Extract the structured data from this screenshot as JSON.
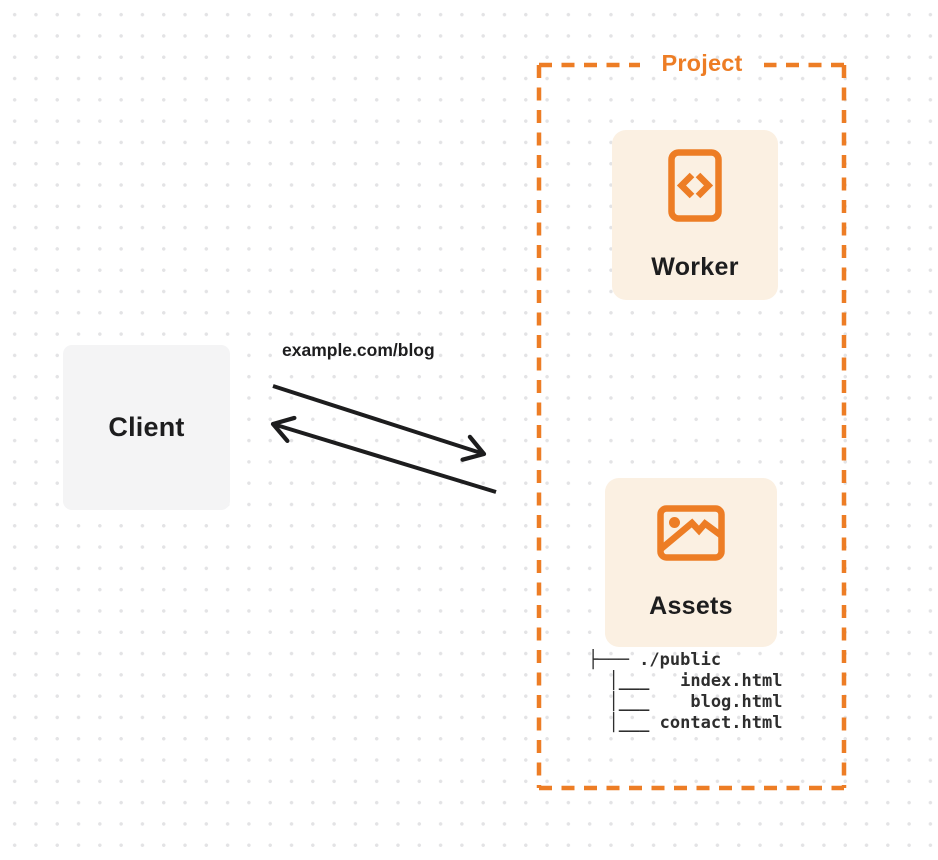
{
  "client": {
    "label": "Client"
  },
  "request": {
    "url": "example.com/blog"
  },
  "project": {
    "label": "Project",
    "worker_label": "Worker",
    "assets_label": "Assets",
    "file_tree": [
      "├─── ./public",
      "  │___   index.html",
      "  │___    blog.html",
      "  │___ contact.html"
    ]
  },
  "icons": {
    "worker": "code-file-icon",
    "assets": "image-icon",
    "arrows": [
      "request-arrow",
      "response-arrow"
    ]
  },
  "colors": {
    "accent_orange": "#ED7D25",
    "card_cream": "#FBF0E2",
    "client_gray": "#F4F4F5",
    "ink": "#1D1D1E",
    "dot_grid": "#E3E3E5"
  }
}
